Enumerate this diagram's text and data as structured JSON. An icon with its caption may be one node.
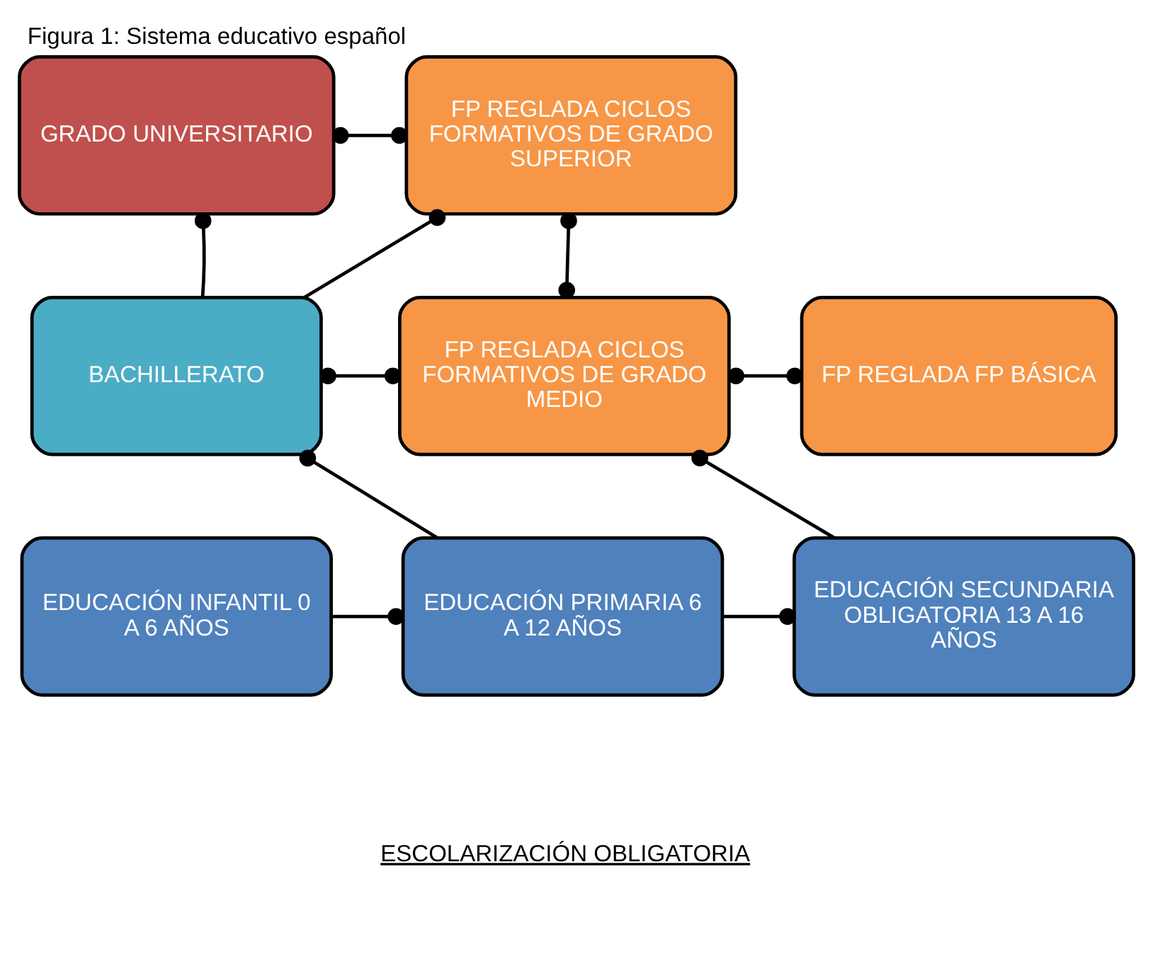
{
  "diagram": {
    "title": "Figura 1: Sistema educativo español",
    "nodes": [
      {
        "text": [
          "GRADO UNIVERSITARIO"
        ]
      },
      {
        "text": [
          "FP REGLADA CICLOS FORMATIVOS DE GRADO SUPERIOR"
        ]
      },
      {
        "text": [
          "BACHILLERATO"
        ]
      },
      {
        "text": [
          "FP REGLADA CICLOS FORMATIVOS DE GRADO MEDIO"
        ]
      },
      {
        "text": [
          "FP REGLADA FP BÁSICA"
        ]
      },
      {
        "text": [
          "EDUCACIÓN INFANTIL 0  A 6 AÑOS"
        ]
      },
      {
        "text": [
          "EDUCACIÓN PRIMARIA 6 A 12 AÑOS"
        ]
      },
      {
        "text": [
          "EDUCACIÓN SECUNDARIA OBLIGATORIA 13 A 16 AÑOS"
        ]
      }
    ],
    "edges": [
      {
        "from": 0,
        "to": 1,
        "arrow": "other"
      },
      {
        "from": 2,
        "to": 0,
        "arrow": "other"
      },
      {
        "from": 2,
        "to": 1,
        "arrow": "other"
      },
      {
        "from": 1,
        "to": 3,
        "arrow": "other"
      },
      {
        "from": 2,
        "to": 3,
        "arrow": "other"
      },
      {
        "from": 3,
        "to": 4,
        "arrow": "other"
      },
      {
        "from": 6,
        "to": 2,
        "arrow": "other"
      },
      {
        "from": 7,
        "to": 3,
        "arrow": "other"
      },
      {
        "from": 5,
        "to": 6,
        "arrow": "other"
      },
      {
        "from": 6,
        "to": 7,
        "arrow": "other"
      }
    ],
    "labels": [
      "ESCOLARIZACIÓN OBLIGATORIA"
    ]
  }
}
